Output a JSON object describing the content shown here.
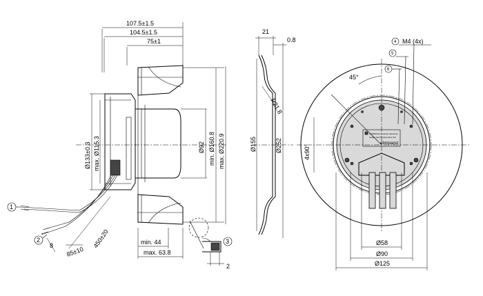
{
  "dimensions": {
    "w107": "107.5±1.5",
    "w104": "104.5±1.5",
    "w75": "75±1",
    "d133": "Ø133±0.3",
    "d115": "max. Ø115.3",
    "d92": "Ø92",
    "d160": "min. Ø160.8",
    "d220": "max. Ø220.9",
    "d155": "Ø155",
    "d252": "Ø252",
    "w21": "21",
    "w08": "0.8",
    "r218": "R21.8",
    "min44": "min. 44",
    "max638": "max. 63.8",
    "cable450": "450±20",
    "strip85": "85±10",
    "strip8": "8",
    "w2": "2",
    "d58": "Ø58",
    "d90": "Ø90",
    "d125": "Ø125",
    "ang45": "45°",
    "ang4x90": "4x90°",
    "m4": "M4 (4x)"
  },
  "callouts": {
    "c1": "1",
    "c2": "2",
    "c3": "3",
    "c4": "4",
    "c5": "5",
    "c6": "6"
  },
  "label": {
    "warn1": "WARNUNG Vorsicht rotierende",
    "warn2": "Gefahr durch rotierendes Teil",
    "brand": "ebmpapst"
  }
}
